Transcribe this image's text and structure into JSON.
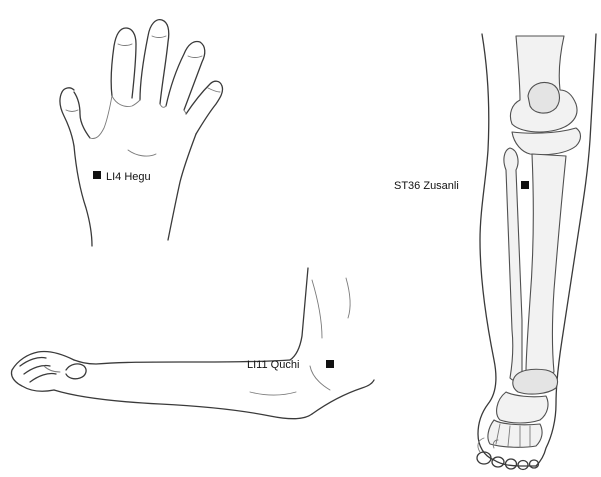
{
  "colors": {
    "marker": "#111111",
    "line": "#3a3a3a",
    "bone_fill": "#f2f2f2"
  },
  "points": {
    "hegu": {
      "label": "LI4 Hegu",
      "region": "hand"
    },
    "quchi": {
      "label": "LI11 Quchi",
      "region": "elbow"
    },
    "zusanli": {
      "label": "ST36 Zusanli",
      "region": "leg"
    }
  }
}
